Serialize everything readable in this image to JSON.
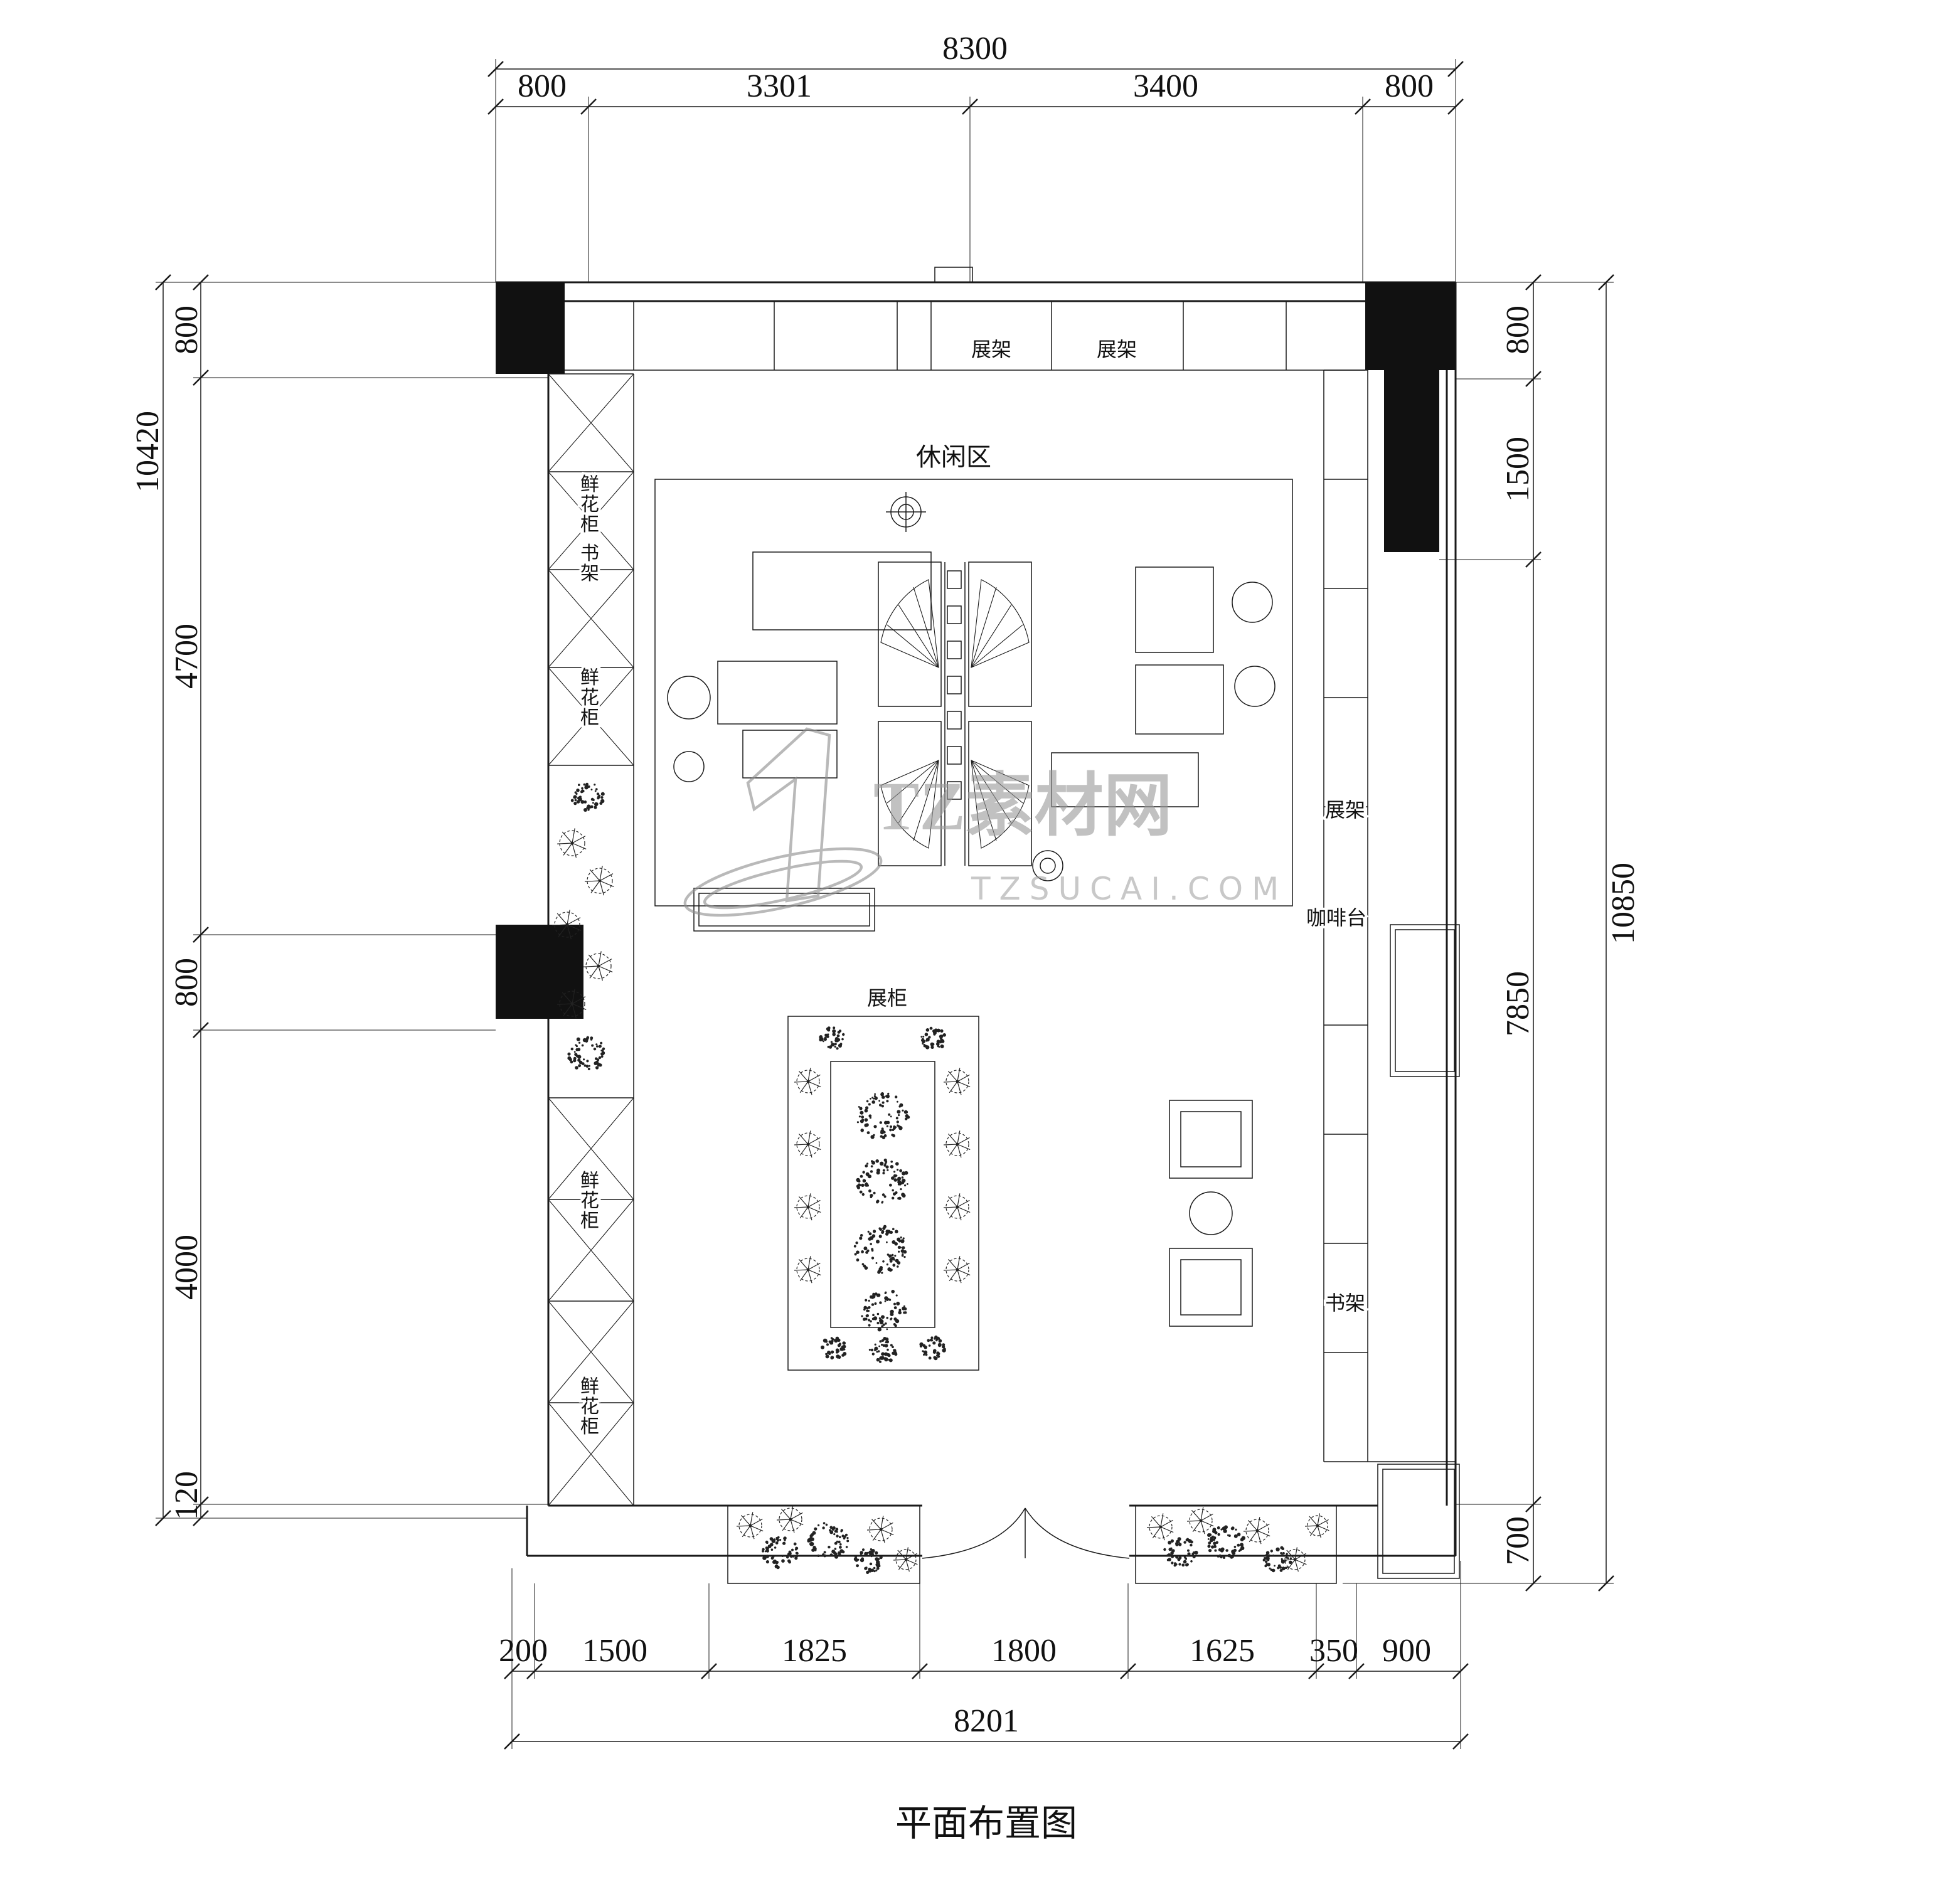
{
  "title": "平面布置图",
  "watermark": {
    "brand": "TZ素材网",
    "site": "TZSUCAI.COM"
  },
  "dims": {
    "top_total": "8300",
    "top_segments": [
      "800",
      "3301",
      "3400",
      "800"
    ],
    "left_total": "10420",
    "left_segments": [
      "800",
      "4700",
      "800",
      "4000",
      "120"
    ],
    "right_total": "10850",
    "right_segments": [
      "800",
      "1500",
      "7850",
      "700"
    ],
    "bottom_total": "8201",
    "bottom_segments": [
      "200",
      "1500",
      "1825",
      "1800",
      "1625",
      "350",
      "900"
    ]
  },
  "labels": {
    "rack_top_1": "展架",
    "rack_top_2": "展架",
    "leisure": "休闲区",
    "flower_1": "鲜花柜",
    "book_left": "书架",
    "flower_2": "鲜花柜",
    "flower_3": "鲜花柜",
    "flower_4": "鲜花柜",
    "rack_right": "展架",
    "coffee": "咖啡台",
    "showcase": "展柜",
    "book_right": "书架"
  }
}
